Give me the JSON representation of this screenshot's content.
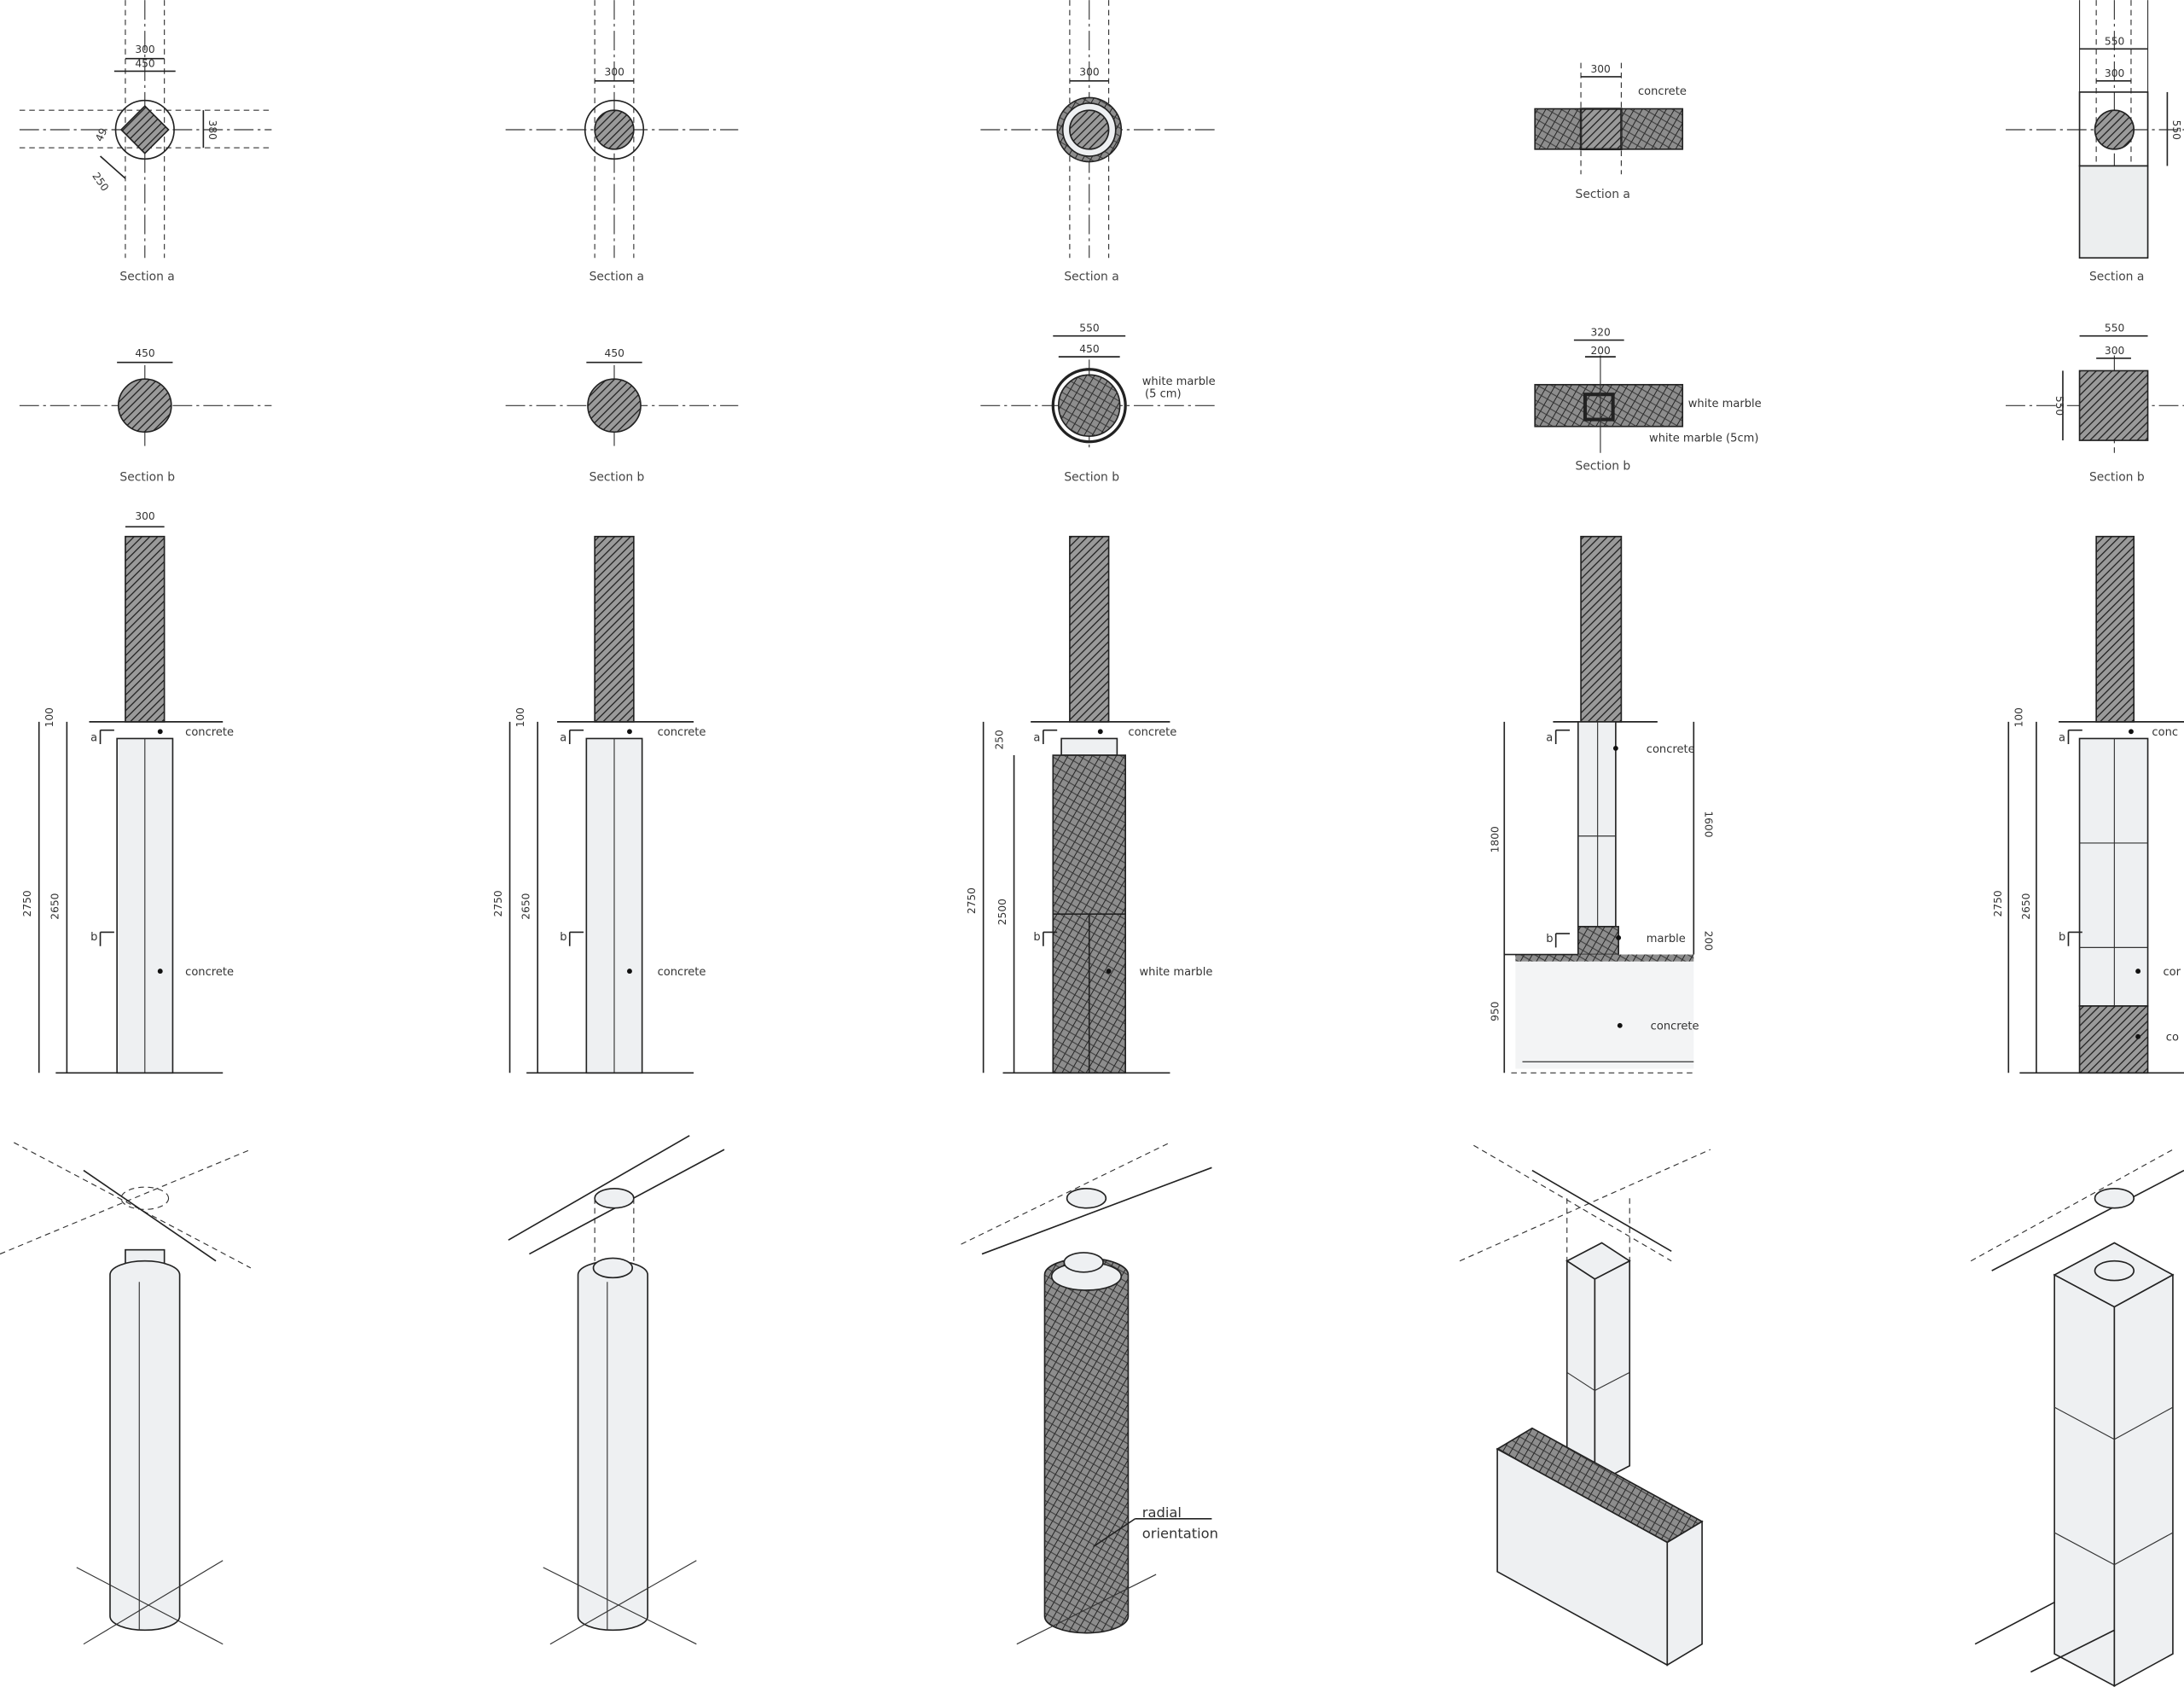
{
  "columns": [
    {
      "section_a": {
        "caption": "Section a",
        "dims": [
          "300",
          "450",
          "380",
          "250",
          "49"
        ]
      },
      "section_b": {
        "caption": "Section b",
        "dims": [
          "450"
        ]
      },
      "elevation": {
        "dims": [
          "300",
          "100",
          "2750",
          "2650"
        ],
        "markers": [
          "a",
          "b"
        ],
        "labels": [
          "concrete",
          "concrete"
        ]
      }
    },
    {
      "section_a": {
        "caption": "Section a",
        "dims": [
          "300"
        ]
      },
      "section_b": {
        "caption": "Section b",
        "dims": [
          "450"
        ]
      },
      "elevation": {
        "dims": [
          "100",
          "2750",
          "2650"
        ],
        "markers": [
          "a",
          "b"
        ],
        "labels": [
          "concrete",
          "concrete"
        ]
      }
    },
    {
      "section_a": {
        "caption": "Section a",
        "dims": [
          "300"
        ]
      },
      "section_b": {
        "caption": "Section b",
        "dims": [
          "550",
          "450"
        ],
        "labels": [
          "white marble",
          "(5 cm)"
        ]
      },
      "elevation": {
        "dims": [
          "250",
          "2750",
          "2500"
        ],
        "markers": [
          "a",
          "b"
        ],
        "labels": [
          "concrete",
          "white marble"
        ]
      },
      "isometric": {
        "labels": [
          "radial",
          "orientation"
        ]
      }
    },
    {
      "section_a": {
        "caption": "Section a",
        "dims": [
          "300"
        ],
        "labels": [
          "concrete"
        ]
      },
      "section_b": {
        "caption": "Section b",
        "dims": [
          "320",
          "200"
        ],
        "labels": [
          "white marble",
          "white marble (5cm)"
        ]
      },
      "elevation": {
        "dims": [
          "1800",
          "1600",
          "200",
          "950"
        ],
        "markers": [
          "a",
          "b"
        ],
        "labels": [
          "concrete",
          "marble",
          "concrete"
        ]
      }
    },
    {
      "section_a": {
        "caption": "Section a",
        "dims": [
          "550",
          "300",
          "550"
        ]
      },
      "section_b": {
        "caption": "Section b",
        "dims": [
          "550",
          "300",
          "550"
        ]
      },
      "elevation": {
        "dims": [
          "100",
          "2750",
          "2650"
        ],
        "markers": [
          "a",
          "b"
        ],
        "labels": [
          "conc",
          "cor",
          "co"
        ]
      }
    }
  ]
}
